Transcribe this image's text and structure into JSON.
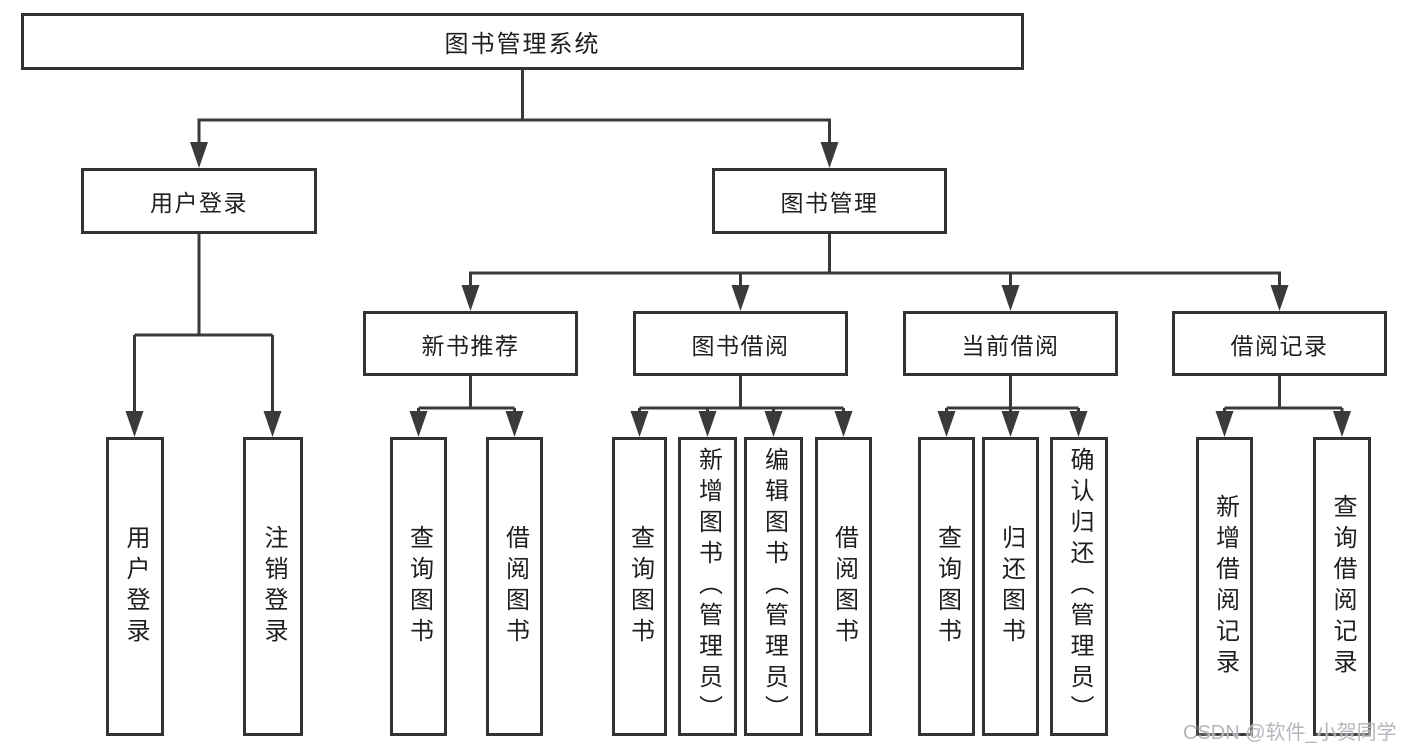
{
  "diagram": {
    "root": {
      "label": "图书管理系统"
    },
    "level2": [
      {
        "label": "用户登录",
        "leaves": [
          {
            "label": "用户登录"
          },
          {
            "label": "注销登录"
          }
        ]
      },
      {
        "label": "图书管理",
        "groups": [
          {
            "label": "新书推荐",
            "leaves": [
              {
                "label": "查询图书"
              },
              {
                "label": "借阅图书"
              }
            ]
          },
          {
            "label": "图书借阅",
            "leaves": [
              {
                "label": "查询图书"
              },
              {
                "label": "新增图书（管理员）"
              },
              {
                "label": "编辑图书（管理员）"
              },
              {
                "label": "借阅图书"
              }
            ]
          },
          {
            "label": "当前借阅",
            "leaves": [
              {
                "label": "查询图书"
              },
              {
                "label": "归还图书"
              },
              {
                "label": "确认归还（管理员）"
              }
            ]
          },
          {
            "label": "借阅记录",
            "leaves": [
              {
                "label": "新增借阅记录"
              },
              {
                "label": "查询借阅记录"
              }
            ]
          }
        ]
      }
    ]
  },
  "watermark": {
    "text": "CSDN @软件_小贺同学"
  },
  "colors": {
    "line": "#3a3a3a",
    "box_border": "#333333",
    "text": "#1f1f1f",
    "background": "#ffffff",
    "watermark": "#b3b7bd"
  }
}
